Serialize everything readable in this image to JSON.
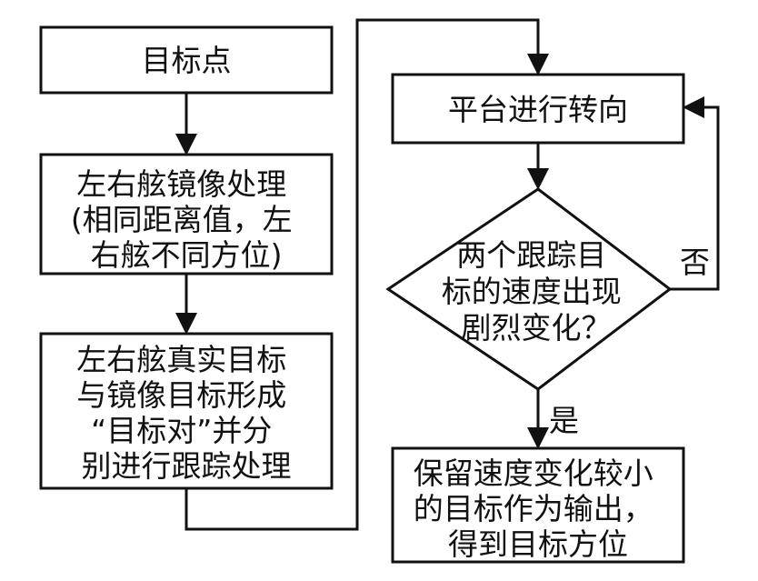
{
  "diagram": {
    "nodes": {
      "target_point": {
        "lines": [
          "目标点"
        ]
      },
      "mirror_processing": {
        "lines": [
          "左右舷镜像处理",
          "(相同距离值，左",
          "右舷不同方位)"
        ]
      },
      "target_pair_tracking": {
        "lines": [
          "左右舷真实目标",
          "与镜像目标形成",
          "“目标对”并分",
          "别进行跟踪处理"
        ]
      },
      "platform_turn": {
        "lines": [
          "平台进行转向"
        ]
      },
      "speed_change_decision": {
        "lines": [
          "两个跟踪目",
          "标的速度出现",
          "剧烈变化？"
        ]
      },
      "output_target": {
        "lines": [
          "保留速度变化较小",
          "的目标作为输出，",
          "得到目标方位"
        ]
      }
    },
    "branches": {
      "no": "否",
      "yes": "是"
    },
    "colors": {
      "stroke": "#111111",
      "background": "#ffffff"
    }
  }
}
